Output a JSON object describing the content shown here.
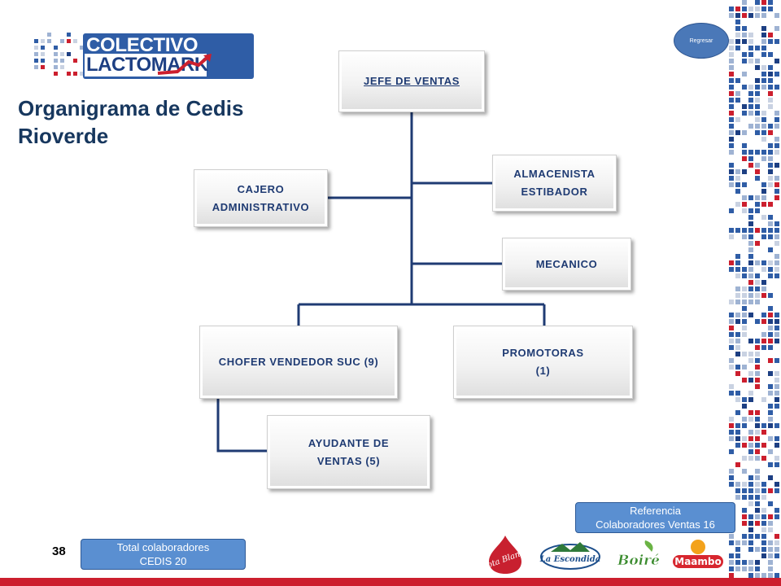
{
  "logo": {
    "line1": "COLECTIVO",
    "line2": "LACTOMARK"
  },
  "title": "Organigrama de Cedis\nRioverde",
  "nav": {
    "back_label": "Regresar"
  },
  "org": {
    "head": "JEFE DE VENTAS",
    "cashier": "CAJERO\nADMINISTRATIVO",
    "warehouse": "ALMACENISTA\nESTIBADOR",
    "mechanic": "MECANICO",
    "driver": "CHOFER VENDEDOR SUC (9)",
    "promoters": "PROMOTORAS\n(1)",
    "assistant": "AYUDANTE DE\nVENTAS  (5)"
  },
  "reference": {
    "line1": "Referencia",
    "line2": "Colaboradores Ventas 16"
  },
  "total": {
    "line1": "Total  colaboradores",
    "line2": "CEDIS 20"
  },
  "page_number": "38",
  "brands": [
    "Gota Blanca",
    "La Escondida",
    "Boiré",
    "Maambo"
  ],
  "colors": {
    "title": "#17375e",
    "box_text": "#1f3b73",
    "lines": "#1f3b73",
    "accent_red": "#cc1f2e",
    "button_blue": "#4a78b8",
    "info_blue": "#5a8fd1"
  }
}
